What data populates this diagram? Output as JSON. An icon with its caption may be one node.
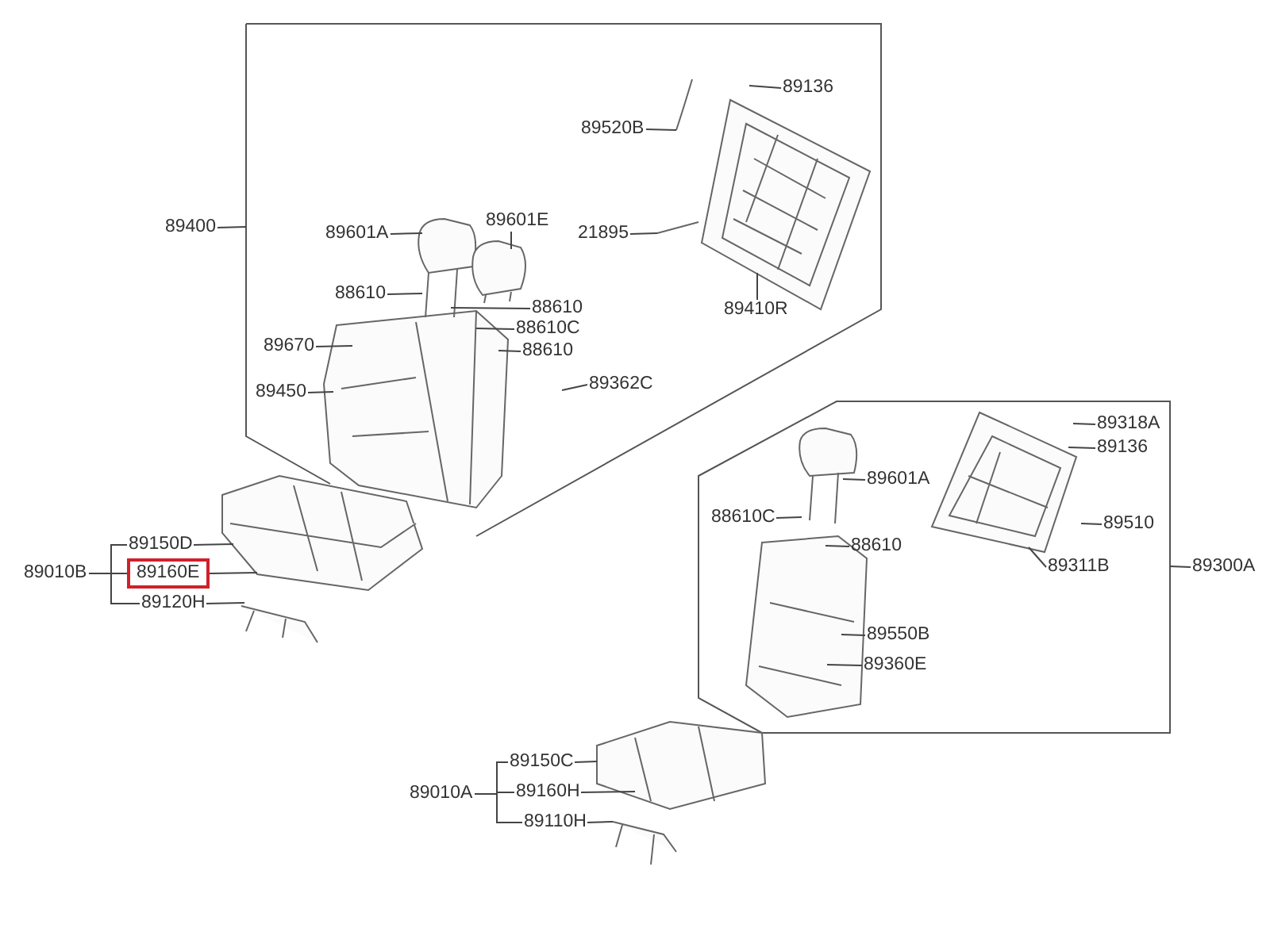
{
  "diagram": {
    "nodes": [
      {
        "text": [
          "89136"
        ]
      },
      {
        "text": [
          "89520B"
        ]
      },
      {
        "text": [
          "89400"
        ]
      },
      {
        "text": [
          "89601E"
        ]
      },
      {
        "text": [
          "89601A"
        ]
      },
      {
        "text": [
          "21895"
        ]
      },
      {
        "text": [
          "88610"
        ]
      },
      {
        "text": [
          "88610"
        ]
      },
      {
        "text": [
          "89410R"
        ]
      },
      {
        "text": [
          "88610C"
        ]
      },
      {
        "text": [
          "89670"
        ]
      },
      {
        "text": [
          "88610"
        ]
      },
      {
        "text": [
          "89362C"
        ]
      },
      {
        "text": [
          "89450"
        ]
      },
      {
        "text": [
          "89318A"
        ]
      },
      {
        "text": [
          "89136"
        ]
      },
      {
        "text": [
          "89601A"
        ]
      },
      {
        "text": [
          "88610C"
        ]
      },
      {
        "text": [
          "89510"
        ]
      },
      {
        "text": [
          "89150D"
        ]
      },
      {
        "text": [
          "88610"
        ]
      },
      {
        "text": [
          "89311B"
        ]
      },
      {
        "text": [
          "89300A"
        ]
      },
      {
        "text": [
          "89010B"
        ]
      },
      {
        "text": [
          "89160E"
        ]
      },
      {
        "text": [
          "89120H"
        ]
      },
      {
        "text": [
          "89550B"
        ]
      },
      {
        "text": [
          "89360E"
        ]
      },
      {
        "text": [
          "89150C"
        ]
      },
      {
        "text": [
          "89010A"
        ]
      },
      {
        "text": [
          "89160H"
        ]
      },
      {
        "text": [
          "89110H"
        ]
      }
    ],
    "edges": [
      {
        "from": 0,
        "to": null,
        "arrow": "none"
      },
      {
        "from": 1,
        "to": null,
        "arrow": "none"
      },
      {
        "from": 2,
        "to": null,
        "arrow": "none"
      },
      {
        "from": 3,
        "to": null,
        "arrow": "none"
      },
      {
        "from": 4,
        "to": null,
        "arrow": "none"
      },
      {
        "from": 5,
        "to": null,
        "arrow": "none"
      },
      {
        "from": 6,
        "to": null,
        "arrow": "none"
      },
      {
        "from": 7,
        "to": null,
        "arrow": "none"
      },
      {
        "from": 8,
        "to": null,
        "arrow": "none"
      },
      {
        "from": 9,
        "to": null,
        "arrow": "none"
      },
      {
        "from": 10,
        "to": null,
        "arrow": "none"
      },
      {
        "from": 11,
        "to": null,
        "arrow": "none"
      },
      {
        "from": 12,
        "to": null,
        "arrow": "none"
      },
      {
        "from": 13,
        "to": null,
        "arrow": "none"
      },
      {
        "from": 14,
        "to": null,
        "arrow": "none"
      },
      {
        "from": 15,
        "to": null,
        "arrow": "none"
      },
      {
        "from": 16,
        "to": null,
        "arrow": "none"
      },
      {
        "from": 17,
        "to": null,
        "arrow": "none"
      },
      {
        "from": 18,
        "to": null,
        "arrow": "none"
      },
      {
        "from": 19,
        "to": null,
        "arrow": "none"
      },
      {
        "from": 20,
        "to": null,
        "arrow": "none"
      },
      {
        "from": 21,
        "to": null,
        "arrow": "none"
      },
      {
        "from": 22,
        "to": null,
        "arrow": "none"
      },
      {
        "from": 23,
        "to": 19,
        "arrow": "none"
      },
      {
        "from": 23,
        "to": 24,
        "arrow": "none"
      },
      {
        "from": 23,
        "to": 25,
        "arrow": "none"
      },
      {
        "from": 24,
        "to": null,
        "arrow": "none"
      },
      {
        "from": 25,
        "to": null,
        "arrow": "none"
      },
      {
        "from": 26,
        "to": null,
        "arrow": "none"
      },
      {
        "from": 27,
        "to": null,
        "arrow": "none"
      },
      {
        "from": 28,
        "to": null,
        "arrow": "none"
      },
      {
        "from": 29,
        "to": 28,
        "arrow": "none"
      },
      {
        "from": 29,
        "to": 30,
        "arrow": "none"
      },
      {
        "from": 29,
        "to": 31,
        "arrow": "none"
      },
      {
        "from": 30,
        "to": null,
        "arrow": "none"
      },
      {
        "from": 31,
        "to": null,
        "arrow": "none"
      }
    ]
  }
}
